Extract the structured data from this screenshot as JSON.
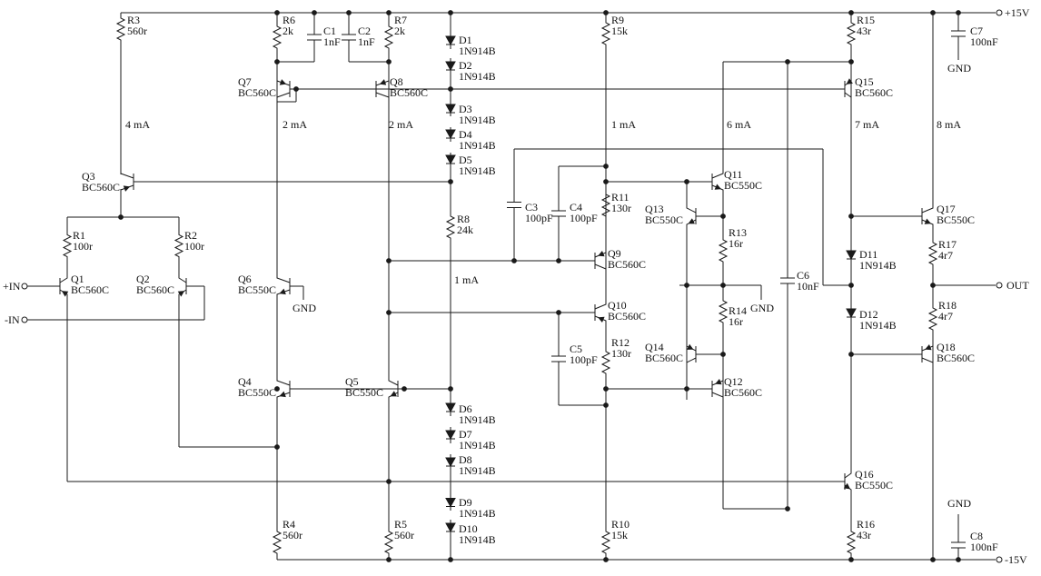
{
  "rails": {
    "pos": "+15V",
    "neg": "-15V"
  },
  "ports": {
    "in_pos": "+IN",
    "in_neg": "-IN",
    "out": "OUT"
  },
  "gnd_label": "GND",
  "currents": {
    "q3": "4 mA",
    "q7": "2 mA",
    "q8": "2 mA",
    "r8": "1 mA",
    "q9": "1 mA",
    "q11": "6 mA",
    "q15": "7 mA",
    "q17": "8 mA"
  },
  "components": {
    "R1": [
      "R1",
      "100r"
    ],
    "R2": [
      "R2",
      "100r"
    ],
    "R3": [
      "R3",
      "560r"
    ],
    "R4": [
      "R4",
      "560r"
    ],
    "R5": [
      "R5",
      "560r"
    ],
    "R6": [
      "R6",
      "2k"
    ],
    "R7": [
      "R7",
      "2k"
    ],
    "R8": [
      "R8",
      "24k"
    ],
    "R9": [
      "R9",
      "15k"
    ],
    "R10": [
      "R10",
      "15k"
    ],
    "R11": [
      "R11",
      "130r"
    ],
    "R12": [
      "R12",
      "130r"
    ],
    "R13": [
      "R13",
      "16r"
    ],
    "R14": [
      "R14",
      "16r"
    ],
    "R15": [
      "R15",
      "43r"
    ],
    "R16": [
      "R16",
      "43r"
    ],
    "R17": [
      "R17",
      "4r7"
    ],
    "R18": [
      "R18",
      "4r7"
    ],
    "C1": [
      "C1",
      "1nF"
    ],
    "C2": [
      "C2",
      "1nF"
    ],
    "C3": [
      "C3",
      "100pF"
    ],
    "C4": [
      "C4",
      "100pF"
    ],
    "C5": [
      "C5",
      "100pF"
    ],
    "C6": [
      "C6",
      "10nF"
    ],
    "C7": [
      "C7",
      "100nF"
    ],
    "C8": [
      "C8",
      "100nF"
    ],
    "D1": [
      "D1",
      "1N914B"
    ],
    "D2": [
      "D2",
      "1N914B"
    ],
    "D3": [
      "D3",
      "1N914B"
    ],
    "D4": [
      "D4",
      "1N914B"
    ],
    "D5": [
      "D5",
      "1N914B"
    ],
    "D6": [
      "D6",
      "1N914B"
    ],
    "D7": [
      "D7",
      "1N914B"
    ],
    "D8": [
      "D8",
      "1N914B"
    ],
    "D9": [
      "D9",
      "1N914B"
    ],
    "D10": [
      "D10",
      "1N914B"
    ],
    "D11": [
      "D11",
      "1N914B"
    ],
    "D12": [
      "D12",
      "1N914B"
    ],
    "Q1": [
      "Q1",
      "BC560C"
    ],
    "Q2": [
      "Q2",
      "BC560C"
    ],
    "Q3": [
      "Q3",
      "BC560C"
    ],
    "Q4": [
      "Q4",
      "BC550C"
    ],
    "Q5": [
      "Q5",
      "BC550C"
    ],
    "Q6": [
      "Q6",
      "BC550C"
    ],
    "Q7": [
      "Q7",
      "BC560C"
    ],
    "Q8": [
      "Q8",
      "BC560C"
    ],
    "Q9": [
      "Q9",
      "BC560C"
    ],
    "Q10": [
      "Q10",
      "BC560C"
    ],
    "Q11": [
      "Q11",
      "BC550C"
    ],
    "Q12": [
      "Q12",
      "BC560C"
    ],
    "Q13": [
      "Q13",
      "BC550C"
    ],
    "Q14": [
      "Q14",
      "BC560C"
    ],
    "Q15": [
      "Q15",
      "BC560C"
    ],
    "Q16": [
      "Q16",
      "BC550C"
    ],
    "Q17": [
      "Q17",
      "BC550C"
    ],
    "Q18": [
      "Q18",
      "BC560C"
    ]
  }
}
